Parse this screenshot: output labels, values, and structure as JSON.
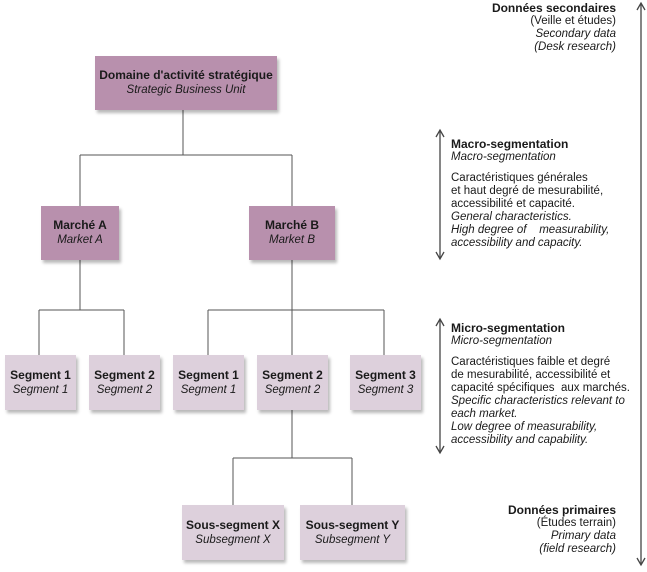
{
  "tree": {
    "root": {
      "fr": "Domaine d'activité stratégique",
      "en": "Strategic Business Unit"
    },
    "market_a": {
      "fr": "Marché A",
      "en": "Market A"
    },
    "market_b": {
      "fr": "Marché B",
      "en": "Market B"
    },
    "seg_a1": {
      "fr": "Segment 1",
      "en": "Segment 1"
    },
    "seg_a2": {
      "fr": "Segment 2",
      "en": "Segment 2"
    },
    "seg_b1": {
      "fr": "Segment 1",
      "en": "Segment 1"
    },
    "seg_b2": {
      "fr": "Segment 2",
      "en": "Segment 2"
    },
    "seg_b3": {
      "fr": "Segment 3",
      "en": "Segment 3"
    },
    "sub_x": {
      "fr": "Sous-segment X",
      "en": "Subsegment X"
    },
    "sub_y": {
      "fr": "Sous-segment Y",
      "en": "Subsegment Y"
    }
  },
  "secondary": {
    "title": "Données secondaires",
    "fr_sub": "(Veille et études)",
    "en_1": "Secondary data",
    "en_2": "(Desk research)"
  },
  "macro": {
    "title": "Macro-segmentation",
    "en_title": "Macro-segmentation",
    "fr_1": "Caractéristiques générales",
    "fr_2": "et haut degré de mesurabilité,",
    "fr_3": "accessibilité et capacité.",
    "en_1": "General characteristics.",
    "en_2": "High degree of    measurability,",
    "en_3": "accessibility and capacity."
  },
  "micro": {
    "title": "Micro-segmentation",
    "en_title": "Micro-segmentation",
    "fr_1": "Caractéristiques faible et degré",
    "fr_2": "de mesurabilité, accessibilité et",
    "fr_3": "capacité spécifiques  aux marchés.",
    "en_1": "Specific characteristics relevant to",
    "en_2": "each market.",
    "en_3": "Low degree of measurability,",
    "en_4": "accessibility and capability."
  },
  "primary": {
    "title": "Données primaires",
    "fr_sub": "(Études terrain)",
    "en_1": "Primary data",
    "en_2": "(field research)"
  },
  "colors": {
    "dark_box": "#b890ad",
    "light_box": "#ddd0dc",
    "line": "#555555"
  }
}
